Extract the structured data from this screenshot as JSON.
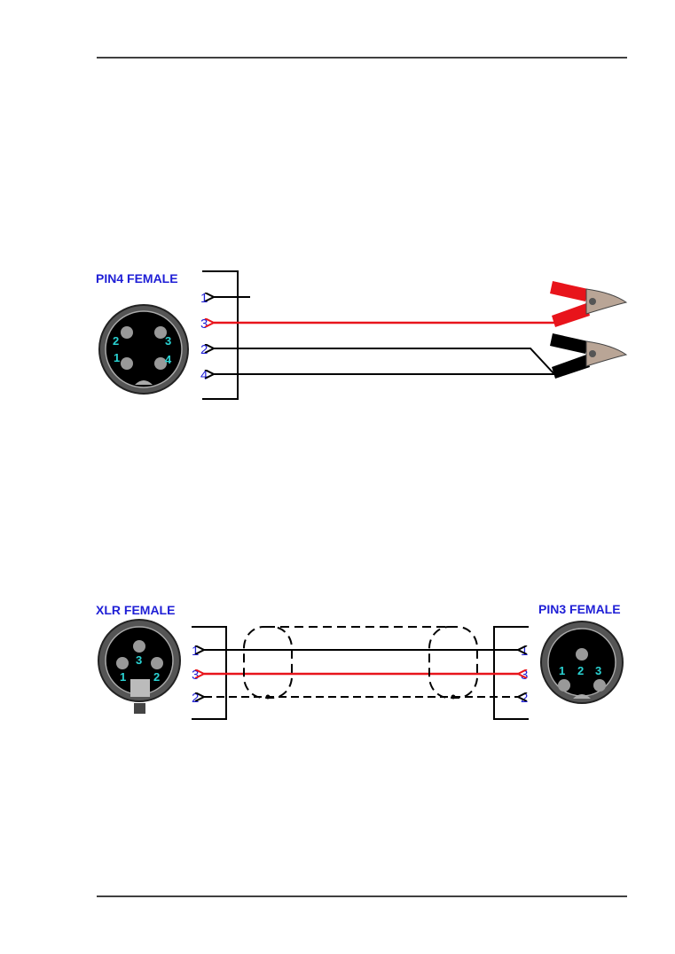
{
  "diagram1": {
    "title": "PIN4 FEMALE",
    "connector_pins": [
      "2",
      "3",
      "1",
      "4"
    ],
    "wire_labels": [
      "1",
      "3",
      "2",
      "4"
    ]
  },
  "diagram2": {
    "left_title": "XLR FEMALE",
    "right_title": "PIN3 FEMALE",
    "left_connector_pins": [
      "3",
      "1",
      "2"
    ],
    "right_connector_pins": [
      "1",
      "2",
      "3"
    ],
    "left_wire_labels": [
      "1",
      "3",
      "2"
    ],
    "right_wire_labels": [
      "1",
      "3",
      "2"
    ]
  },
  "colors": {
    "label": "#1f1fd6",
    "pin": "#2ad3d3",
    "red_wire": "#e8141b",
    "wire": "#000000"
  }
}
